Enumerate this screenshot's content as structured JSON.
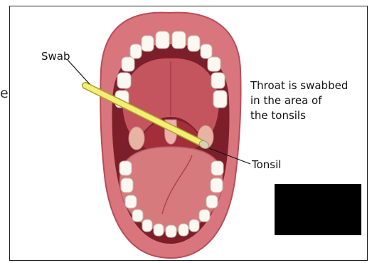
{
  "labels": {
    "swab": "Swab",
    "tonsil": "Tonsil",
    "caption": [
      "Throat is swabbed",
      "in the area of",
      "the tonsils"
    ],
    "left_fragment": "e"
  },
  "colors": {
    "lip": "#d9757c",
    "lip_dark": "#b84d58",
    "mouth_dark": "#7c1f2a",
    "palate": "#c4545e",
    "throat": "#a32e3a",
    "tongue": "#d77a7d",
    "tonsil": "#e9b3a4",
    "tooth": "#fbf8f2",
    "swab_stick": "#f4ef73",
    "swab_outline": "#a9a030",
    "redaction": "#000000"
  }
}
